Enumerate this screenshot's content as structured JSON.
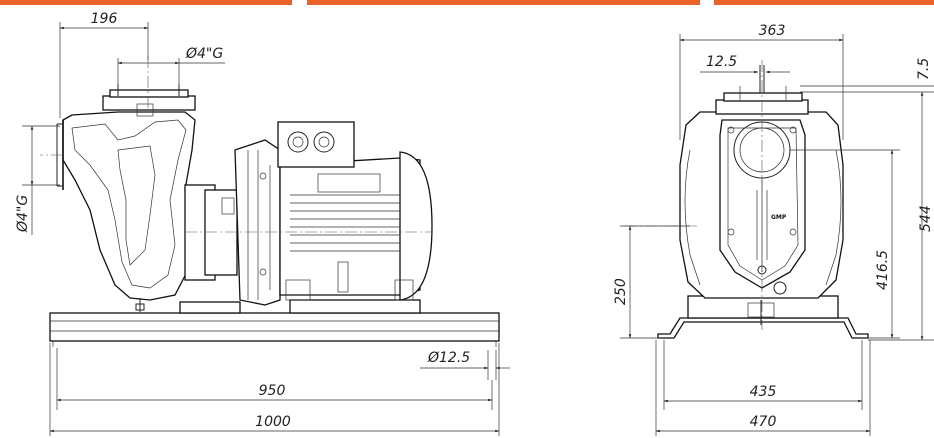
{
  "accent_color": "#e8622a",
  "side_view": {
    "dim_flange_offset": "196",
    "dim_outlet_size": "Ø4\"G",
    "dim_inlet_size": "Ø4\"G",
    "dim_hole": "Ø12.5",
    "dim_inner_length": "950",
    "dim_total_length": "1000"
  },
  "front_view": {
    "dim_width_top": "363",
    "dim_outlet_offset": "12.5",
    "dim_top_offset": "7.5",
    "dim_total_height": "544",
    "dim_outlet_height": "416.5",
    "dim_shaft_height": "250",
    "dim_foot_inner": "435",
    "dim_foot_outer": "470",
    "logo_text": "GMP"
  }
}
